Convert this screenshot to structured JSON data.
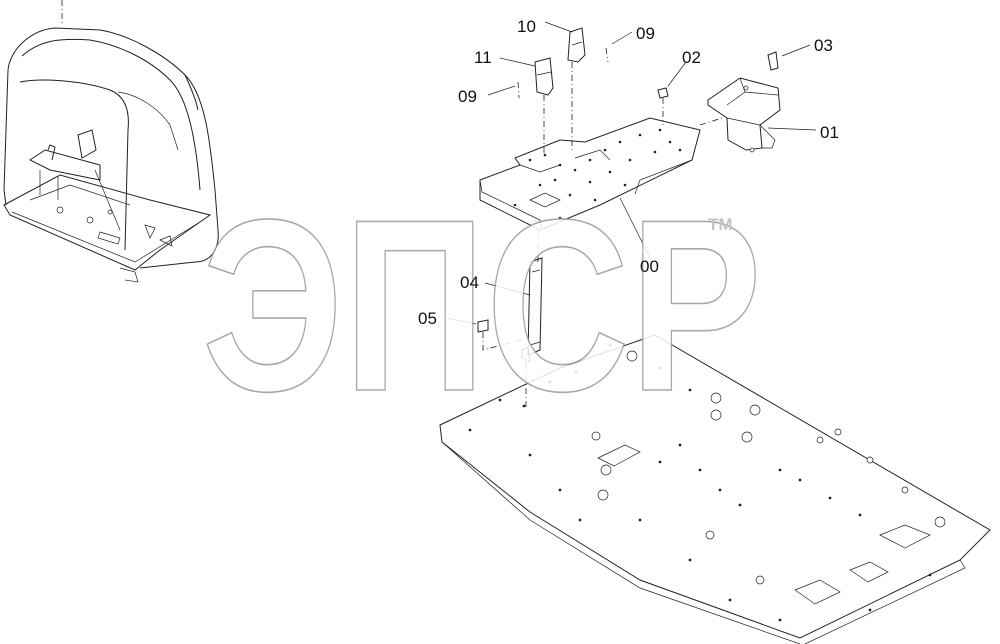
{
  "diagram": {
    "labels": {
      "p00": "00",
      "p01": "01",
      "p02": "02",
      "p03": "03",
      "p04": "04",
      "p05": "05",
      "p09a": "09",
      "p09b": "09",
      "p10": "10",
      "p11": "11"
    },
    "watermark": {
      "text": "ЭПСР",
      "tm": "TM"
    }
  }
}
